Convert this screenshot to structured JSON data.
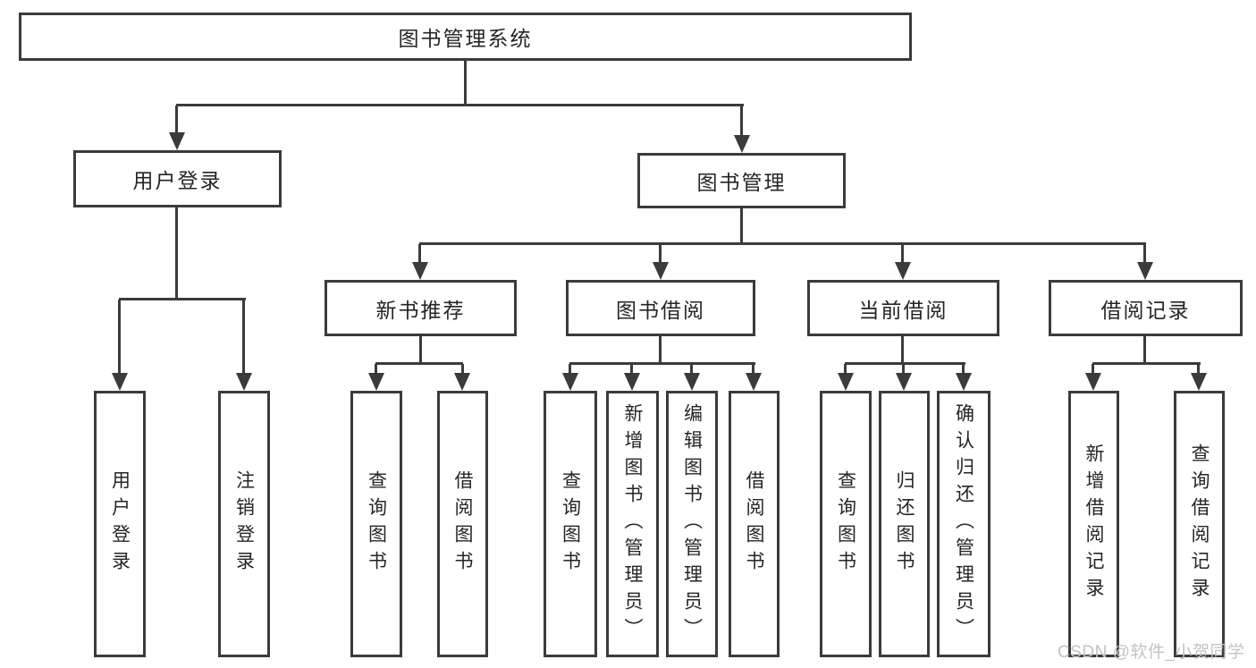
{
  "diagram": {
    "title": "图书管理系统",
    "tree": {
      "root": {
        "label": "图书管理系统"
      },
      "branches": [
        {
          "label": "用户登录",
          "children": [
            {
              "label": "用户登录"
            },
            {
              "label": "注销登录"
            }
          ]
        },
        {
          "label": "图书管理",
          "children": [
            {
              "label": "新书推荐",
              "children": [
                {
                  "label": "查询图书"
                },
                {
                  "label": "借阅图书"
                }
              ]
            },
            {
              "label": "图书借阅",
              "children": [
                {
                  "label": "查询图书"
                },
                {
                  "label": "新增图书（管理员）"
                },
                {
                  "label": "编辑图书（管理员）"
                },
                {
                  "label": "借阅图书"
                }
              ]
            },
            {
              "label": "当前借阅",
              "children": [
                {
                  "label": "查询图书"
                },
                {
                  "label": "归还图书"
                },
                {
                  "label": "确认归还（管理员）"
                }
              ]
            },
            {
              "label": "借阅记录",
              "children": [
                {
                  "label": "新增借阅记录"
                },
                {
                  "label": "查询借阅记录"
                }
              ]
            }
          ]
        }
      ]
    },
    "watermark": "CSDN @软件_小贺同学",
    "colors": {
      "line": "#3b3b3b",
      "text": "#252525",
      "watermark": "#c3c3c3",
      "background": "#ffffff"
    }
  }
}
